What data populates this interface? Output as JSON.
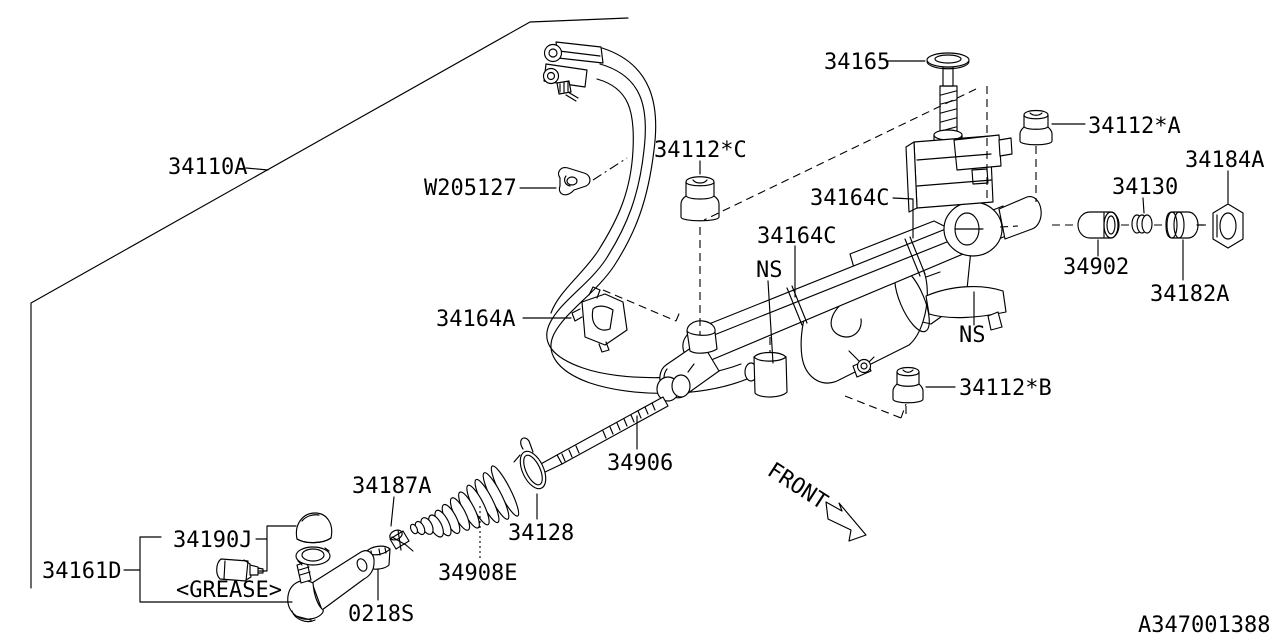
{
  "diagram": {
    "kind": "steering-gear-parts-diagram",
    "line_color": "#000000",
    "background": "#ffffff"
  },
  "labels": [
    {
      "id": "34110A",
      "text": "34110A"
    },
    {
      "id": "W205127",
      "text": "W205127"
    },
    {
      "id": "34112C",
      "text": "34112*C"
    },
    {
      "id": "34165",
      "text": "34165"
    },
    {
      "id": "34112A",
      "text": "34112*A"
    },
    {
      "id": "34184A",
      "text": "34184A"
    },
    {
      "id": "34130",
      "text": "34130"
    },
    {
      "id": "34164C-1",
      "text": "34164C"
    },
    {
      "id": "34164C-2",
      "text": "34164C"
    },
    {
      "id": "34902",
      "text": "34902"
    },
    {
      "id": "34182A",
      "text": "34182A"
    },
    {
      "id": "NS-1",
      "text": "NS"
    },
    {
      "id": "NS-2",
      "text": "NS"
    },
    {
      "id": "34164A",
      "text": "34164A"
    },
    {
      "id": "34112B",
      "text": "34112*B"
    },
    {
      "id": "34906",
      "text": "34906"
    },
    {
      "id": "34187A",
      "text": "34187A"
    },
    {
      "id": "34190J",
      "text": "34190J"
    },
    {
      "id": "34128",
      "text": "34128"
    },
    {
      "id": "34161D",
      "text": "34161D"
    },
    {
      "id": "GREASE",
      "text": "<GREASE>"
    },
    {
      "id": "34908E",
      "text": "34908E"
    },
    {
      "id": "0218S",
      "text": "0218S"
    },
    {
      "id": "FRONT",
      "text": "FRONT"
    },
    {
      "id": "diagram-code",
      "text": "A347001388"
    }
  ]
}
